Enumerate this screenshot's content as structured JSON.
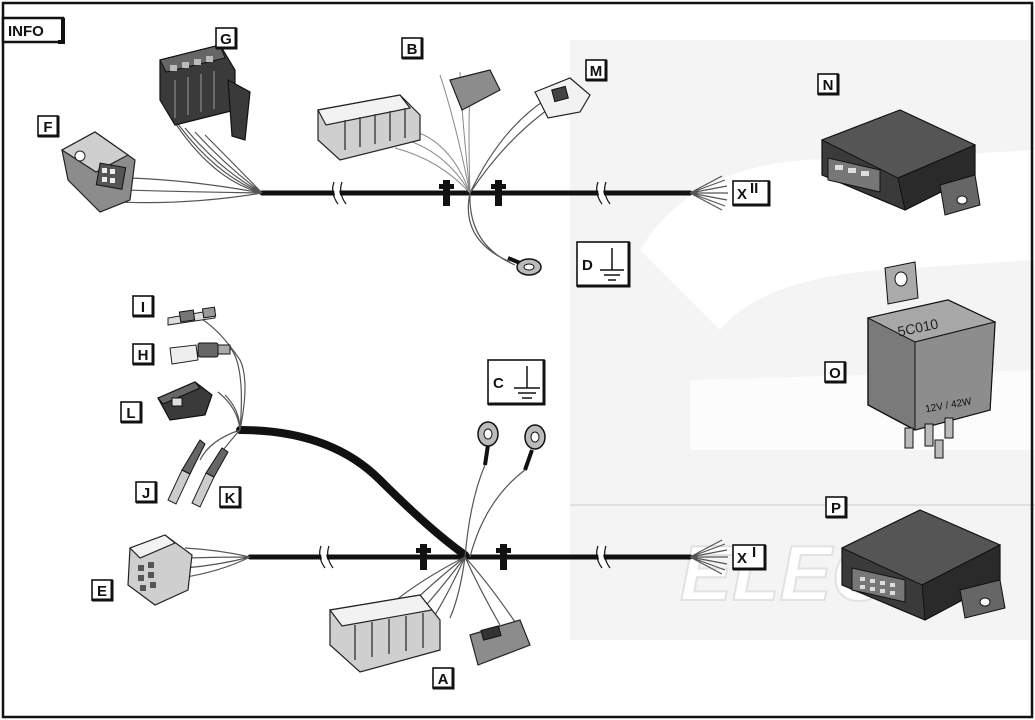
{
  "info_tag": "INFO",
  "labels": {
    "A": "A",
    "B": "B",
    "C": "C",
    "D": "D",
    "E": "E",
    "F": "F",
    "G": "G",
    "H": "H",
    "I": "I",
    "J": "J",
    "K": "K",
    "L": "L",
    "M": "M",
    "N": "N",
    "O": "O",
    "P": "P"
  },
  "harness_ends": {
    "upper": "X",
    "upper_sup": "II",
    "lower": "X",
    "lower_sup": "I"
  },
  "relay_text": {
    "model": "5C010",
    "rating": "12V / 42W"
  },
  "watermark": {
    "text": "ELECT",
    "color": "#ececec"
  },
  "colors": {
    "border": "#111111",
    "cable": "#111111",
    "watermark": "#ececec"
  },
  "icons": [
    "ground-symbol",
    "ring-terminal",
    "connector",
    "relay",
    "control-unit"
  ]
}
